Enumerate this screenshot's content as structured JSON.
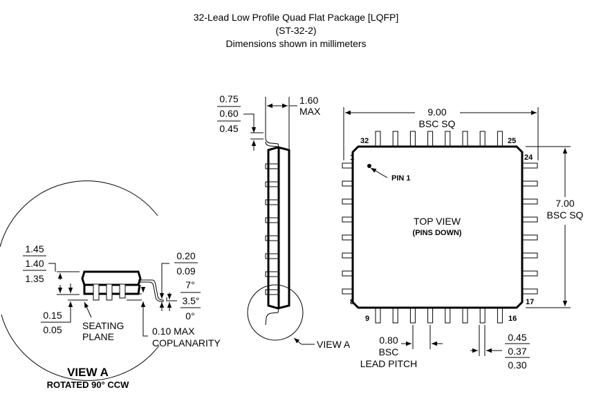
{
  "title": {
    "line1": "32-Lead Low Profile Quad Flat Package [LQFP]",
    "line2": "(ST-32-2)",
    "line3": "Dimensions shown in millimeters"
  },
  "top_view": {
    "label": "TOP VIEW",
    "sublabel": "(PINS DOWN)",
    "pin1_label": "PIN 1",
    "pin_numbers": {
      "p1": "1",
      "p8": "8",
      "p9": "9",
      "p16": "16",
      "p17": "17",
      "p24": "24",
      "p25": "25",
      "p32": "32"
    },
    "width_dim": "9.00",
    "width_note": "BSC SQ",
    "height_dim": "7.00",
    "height_note": "BSC SQ",
    "pitch_dim": "0.80",
    "pitch_note1": "BSC",
    "pitch_note2": "LEAD PITCH",
    "lead_width": [
      "0.45",
      "0.37",
      "0.30"
    ]
  },
  "side_view": {
    "height_max": "1.60",
    "height_note": "MAX",
    "standoff": [
      "0.75",
      "0.60",
      "0.45"
    ],
    "view_callout": "VIEW A"
  },
  "view_a": {
    "title": "VIEW A",
    "subtitle": "ROTATED 90° CCW",
    "body_height": [
      "1.45",
      "1.40",
      "1.35"
    ],
    "standoff": [
      "0.15",
      "0.05"
    ],
    "seating_plane1": "SEATING",
    "seating_plane2": "PLANE",
    "coplanarity1": "0.10 MAX",
    "coplanarity2": "COPLANARITY",
    "lead_thickness": [
      "0.20",
      "0.09"
    ],
    "angle": [
      "7°",
      "3.5°",
      "0°"
    ]
  }
}
